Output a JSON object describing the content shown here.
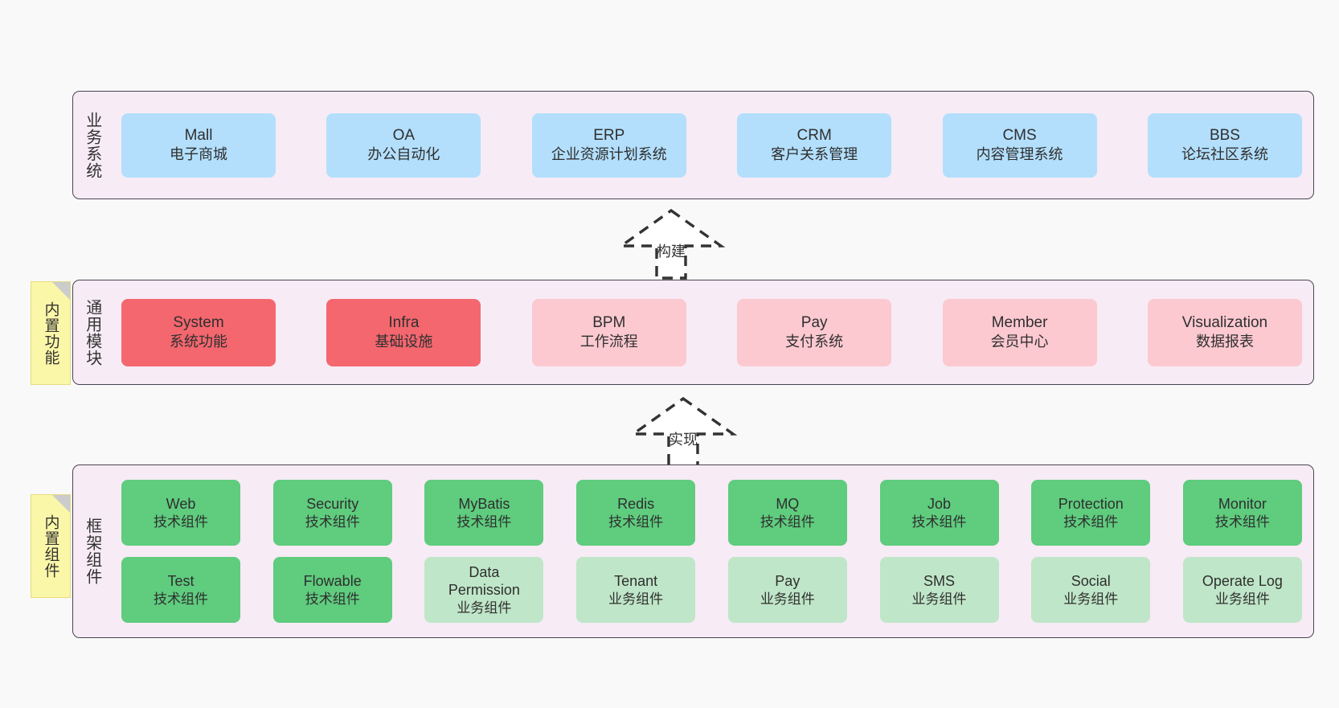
{
  "colors": {
    "canvas_bg": "#f9f9f9",
    "panel_bg": "#f7ebf5",
    "panel_border": "#4b4453",
    "business_card": "#b3dffc",
    "module_strong": "#f4676f",
    "module_light": "#fcc9d0",
    "framework_tech": "#5fcc7e",
    "framework_business": "#bfe6c8",
    "note_bg": "#fbf7a8",
    "note_fold": "#cccccc",
    "text": "#333333"
  },
  "layers": {
    "business": {
      "title": "业务系统",
      "cards": [
        {
          "name": "Mall",
          "desc": "电子商城"
        },
        {
          "name": "OA",
          "desc": "办公自动化"
        },
        {
          "name": "ERP",
          "desc": "企业资源计划系统"
        },
        {
          "name": "CRM",
          "desc": "客户关系管理"
        },
        {
          "name": "CMS",
          "desc": "内容管理系统"
        },
        {
          "name": "BBS",
          "desc": "论坛社区系统"
        }
      ]
    },
    "module": {
      "title": "通用模块",
      "note": "内置功能",
      "cards": [
        {
          "name": "System",
          "desc": "系统功能",
          "emphasis": "strong"
        },
        {
          "name": "Infra",
          "desc": "基础设施",
          "emphasis": "strong"
        },
        {
          "name": "BPM",
          "desc": "工作流程",
          "emphasis": "light"
        },
        {
          "name": "Pay",
          "desc": "支付系统",
          "emphasis": "light"
        },
        {
          "name": "Member",
          "desc": "会员中心",
          "emphasis": "light"
        },
        {
          "name": "Visualization",
          "desc": "数据报表",
          "emphasis": "light"
        }
      ]
    },
    "framework": {
      "title": "框架组件",
      "note": "内置组件",
      "row1": [
        {
          "name": "Web",
          "desc": "技术组件",
          "kind": "tech"
        },
        {
          "name": "Security",
          "desc": "技术组件",
          "kind": "tech"
        },
        {
          "name": "MyBatis",
          "desc": "技术组件",
          "kind": "tech"
        },
        {
          "name": "Redis",
          "desc": "技术组件",
          "kind": "tech"
        },
        {
          "name": "MQ",
          "desc": "技术组件",
          "kind": "tech"
        },
        {
          "name": "Job",
          "desc": "技术组件",
          "kind": "tech"
        },
        {
          "name": "Protection",
          "desc": "技术组件",
          "kind": "tech"
        },
        {
          "name": "Monitor",
          "desc": "技术组件",
          "kind": "tech"
        }
      ],
      "row2": [
        {
          "name": "Test",
          "desc": "技术组件",
          "kind": "tech"
        },
        {
          "name": "Flowable",
          "desc": "技术组件",
          "kind": "tech"
        },
        {
          "name": "Data Permission",
          "desc": "业务组件",
          "kind": "biz"
        },
        {
          "name": "Tenant",
          "desc": "业务组件",
          "kind": "biz"
        },
        {
          "name": "Pay",
          "desc": "业务组件",
          "kind": "biz"
        },
        {
          "name": "SMS",
          "desc": "业务组件",
          "kind": "biz"
        },
        {
          "name": "Social",
          "desc": "业务组件",
          "kind": "biz"
        },
        {
          "name": "Operate Log",
          "desc": "业务组件",
          "kind": "biz"
        }
      ]
    }
  },
  "connectors": [
    {
      "label": "构建",
      "from": "通用模块",
      "to": "业务系统"
    },
    {
      "label": "实现",
      "from": "框架组件",
      "to": "通用模块"
    }
  ]
}
